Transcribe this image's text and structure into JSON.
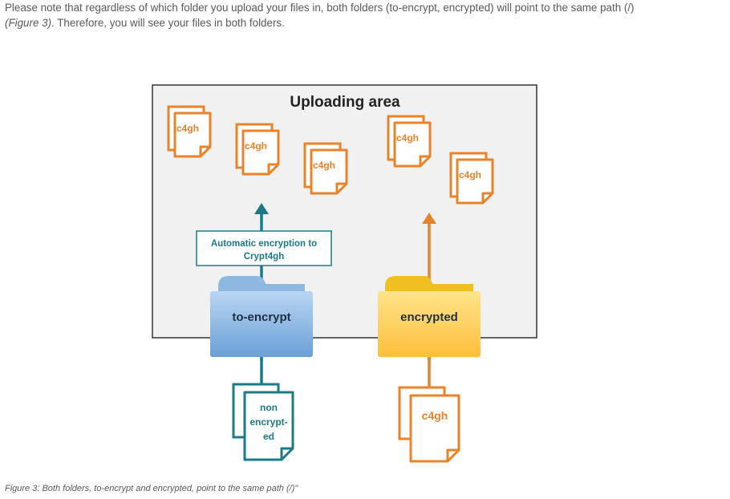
{
  "intro": {
    "line1": "Please note that regardless of which folder you upload your files in, both folders (to-encrypt, encrypted) will point to the same path (/)",
    "line2_fig": "(Figure 3)",
    "line2_rest": ". Therefore, you will see your files in both folders."
  },
  "figure": {
    "area_title": "Uploading area",
    "file_label": "c4gh",
    "encryption_note": "Automatic encryption to Crypt4gh",
    "encryption_note_line1": "Automatic encryption to",
    "encryption_note_line2": "Crypt4gh",
    "folder_to_encrypt": "to-encrypt",
    "folder_encrypted": "encrypted",
    "source_file_line1": "non",
    "source_file_line2": "encrypt-",
    "source_file_line3": "ed",
    "colors": {
      "orange": "#e8832a",
      "teal": "#1b7a86",
      "area_bg": "#f1f1f1",
      "blue_folder": "#8fb8e0",
      "yellow_folder": "#ffd04a"
    }
  },
  "caption": "Figure 3: Both folders, to-encrypt and encrypted, point to the same path (/)\""
}
